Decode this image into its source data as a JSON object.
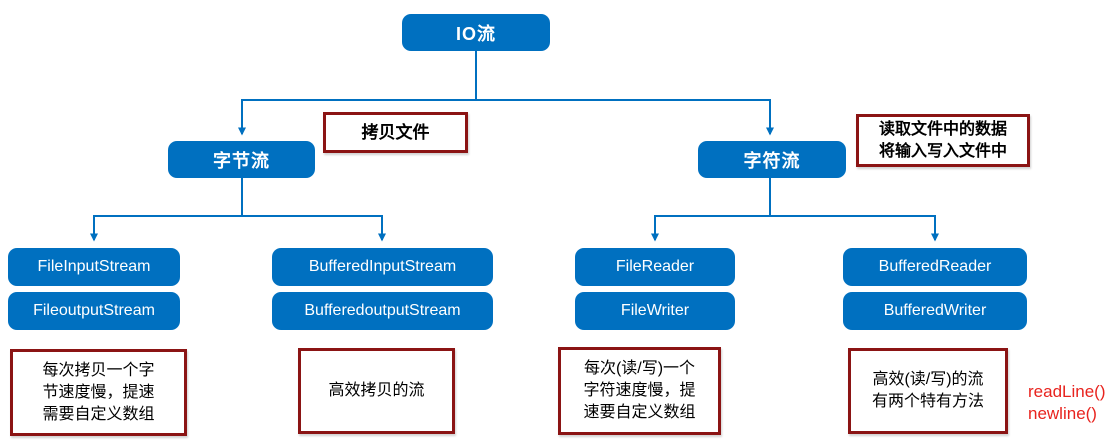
{
  "colors": {
    "node_fill": "#0070C0",
    "node_text": "#FFFFFF",
    "connector": "#0070C0",
    "annotation_border": "#8B1414",
    "annotation_text": "#000000",
    "code_text": "#E8231E"
  },
  "root": {
    "label": "IO流"
  },
  "branches": {
    "byte": {
      "label": "字节流"
    },
    "char": {
      "label": "字符流"
    }
  },
  "nodes": {
    "file_input": "FileInputStream",
    "file_output": "FileoutputStream",
    "buffered_input": "BufferedInputStream",
    "buffered_output": "BufferedoutputStream",
    "file_reader": "FileReader",
    "file_writer": "FileWriter",
    "buffered_reader": "BufferedReader",
    "buffered_writer": "BufferedWriter"
  },
  "annotations": {
    "copy_file": {
      "line1": "拷贝文件"
    },
    "read_write": {
      "line1": "读取文件中的数据",
      "line2": "将输入写入文件中"
    },
    "byte_file_note": {
      "line1": "每次拷贝一个字",
      "line2": "节速度慢，提速",
      "line3": "需要自定义数组"
    },
    "byte_buffered_note": {
      "line1": "高效拷贝的流"
    },
    "char_file_note": {
      "line1": "每次(读/写)一个",
      "line2": "字符速度慢，提",
      "line3": "速要自定义数组"
    },
    "char_buffered_note": {
      "line1": "高效(读/写)的流",
      "line2": "有两个特有方法"
    },
    "methods": {
      "line1": "readLine()",
      "line2": "newline()"
    }
  }
}
